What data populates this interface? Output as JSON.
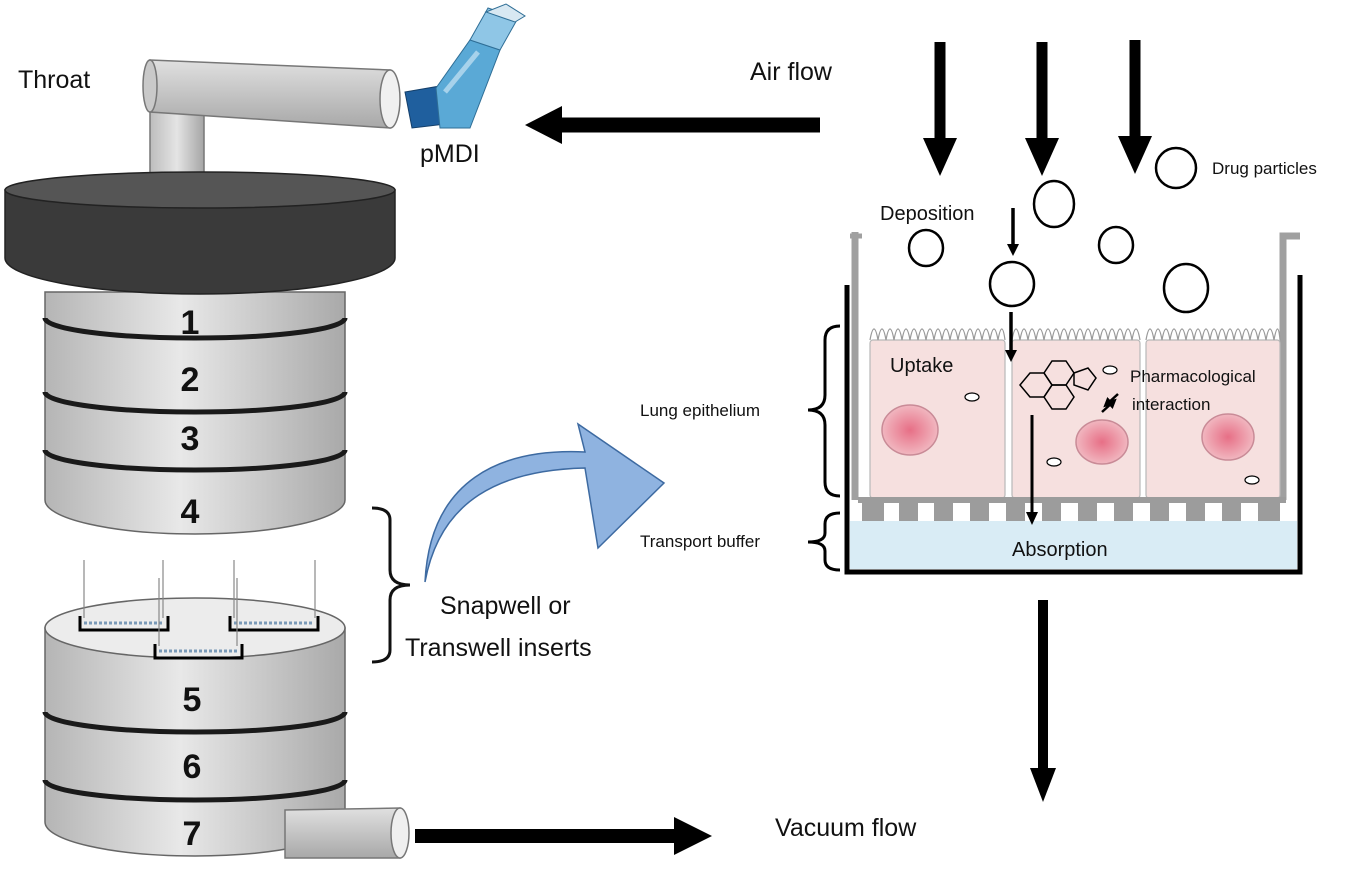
{
  "labels": {
    "throat": "Throat",
    "pmdi": "pMDI",
    "air_flow": "Air flow",
    "drug_particles": "Drug particles",
    "deposition": "Deposition",
    "uptake": "Uptake",
    "pharmacological_line1": "Pharmacological",
    "pharmacological_line2": "interaction",
    "lung_epithelium": "Lung epithelium",
    "transport_buffer": "Transport buffer",
    "absorption": "Absorption",
    "inserts_line1": "Snapwell or",
    "inserts_line2": "Transwell inserts",
    "vacuum_flow": "Vacuum flow"
  },
  "stages": [
    "1",
    "2",
    "3",
    "4",
    "5",
    "6",
    "7"
  ],
  "colors": {
    "impactor_body": "#d0d0d0",
    "impactor_top": "#3c3c3c",
    "inhaler_blue": "#5aa9d6",
    "inhaler_dark": "#1f5f9e",
    "curved_arrow": "#8fb3e0",
    "cell_fill": "#f7e0df",
    "nucleus": "#e58fa0",
    "buffer": "#d9ecf5",
    "membrane": "#9c9c9c"
  }
}
